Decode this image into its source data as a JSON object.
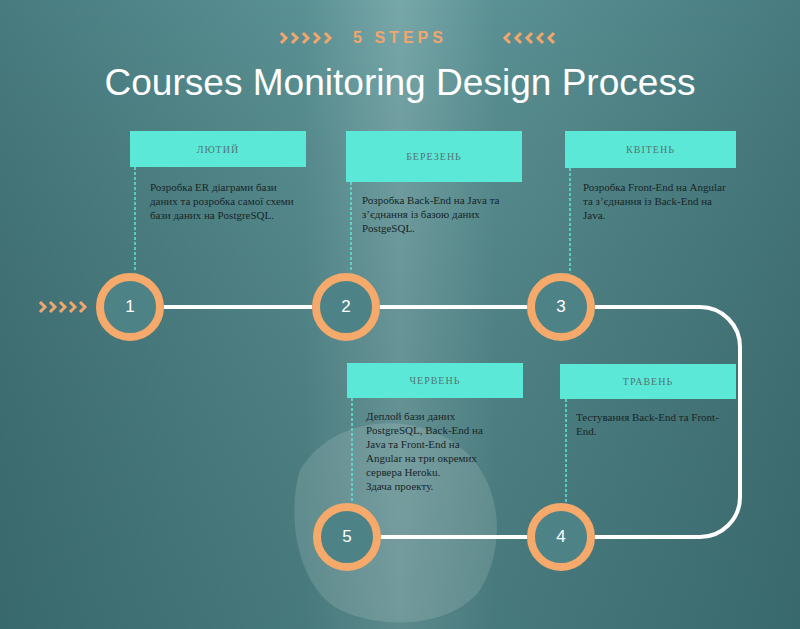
{
  "diagram": {
    "title": "Courses Monitoring Design Process",
    "nodes": [
      {
        "text": [
          "ЛЮТИЙ",
          "Розробка ER діаграми бази даних та розробка самої схеми бази даних на PostgreSQL."
        ]
      },
      {
        "text": [
          "1"
        ]
      },
      {
        "text": [
          "БЕРЕЗЕНЬ",
          "Розробка Back-End на Java та з’єднання із базою даних PostgeSQL."
        ]
      },
      {
        "text": [
          "2"
        ]
      },
      {
        "text": [
          "КВІТЕНЬ",
          "Розробка Front-End на Angular та з’єднання із Back-End на Java."
        ]
      },
      {
        "text": [
          "3"
        ]
      },
      {
        "text": [
          "ТРАВЕНЬ",
          "Тестування Back-End та Front-End."
        ]
      },
      {
        "text": [
          "4"
        ]
      },
      {
        "text": [
          "ЧЕРВЕНЬ",
          "Деплой бази даних PostgreSQL, Back-End на Java та Front-End на Angular на три окремих сервера Heroku.",
          "Здача проекту."
        ]
      },
      {
        "text": [
          "5"
        ]
      }
    ],
    "edges": [
      {
        "from": 1,
        "to": 3,
        "arrow": "none"
      },
      {
        "from": 3,
        "to": 5,
        "arrow": "none"
      },
      {
        "from": 5,
        "to": 7,
        "arrow": "none"
      },
      {
        "from": 7,
        "to": 9,
        "arrow": "none"
      },
      {
        "from": 0,
        "to": 1,
        "arrow": "none"
      },
      {
        "from": 2,
        "to": 3,
        "arrow": "none"
      },
      {
        "from": 4,
        "to": 5,
        "arrow": "none"
      },
      {
        "from": 6,
        "to": 7,
        "arrow": "none"
      },
      {
        "from": 8,
        "to": 9,
        "arrow": "none"
      }
    ],
    "labels": [
      "5 STEPS"
    ]
  }
}
